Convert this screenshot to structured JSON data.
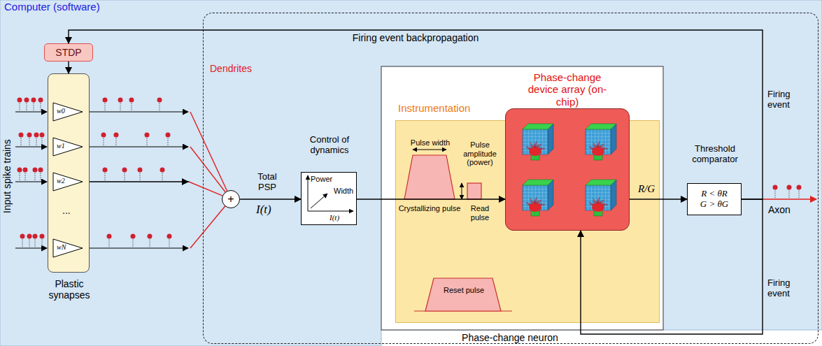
{
  "diagram": {
    "nodes": [
      {
        "text": [
          "Computer (software)"
        ]
      },
      {
        "text": [
          "STDP"
        ],
        "in": 0
      },
      {
        "text": [
          "Plastic synapses"
        ],
        "in": 0
      },
      {
        "text": [
          "+"
        ],
        "in": 0
      },
      {
        "text": [
          "Control of dynamics",
          "Power",
          "Width",
          "I(t)"
        ],
        "in": 0
      },
      {
        "text": [
          "Phase-change neuron"
        ]
      },
      {
        "text": [
          "Instrumentation",
          "Pulse width",
          "Pulse amplitude (power)",
          "Crystallizing pulse",
          "Read pulse",
          "Reset pulse"
        ],
        "in": 5
      },
      {
        "text": [
          "Phase-change device array (on-chip)"
        ],
        "in": 6
      },
      {
        "text": [
          "Threshold comparator",
          "R < θR",
          "G > θG"
        ],
        "in": 0
      }
    ],
    "edges": [
      {
        "from": 1,
        "to": 2,
        "arrow": "to"
      },
      {
        "from": 2,
        "to": 3,
        "arrow": "none"
      },
      {
        "from": 3,
        "to": 4,
        "arrow": "to"
      },
      {
        "from": 4,
        "to": 7,
        "arrow": "to"
      },
      {
        "from": 7,
        "to": 8,
        "arrow": "to",
        "label": "R/G"
      },
      {
        "from": 8,
        "to": 1,
        "arrow": "to",
        "label": "Firing event backpropagation"
      },
      {
        "from": 8,
        "to": 7,
        "arrow": "to"
      }
    ],
    "labels": [
      "Input spike trains",
      "w0",
      "w1",
      "w2",
      "...",
      "wN",
      "Dendrites",
      "Total PSP",
      "I(t)",
      "Firing event",
      "Axon",
      "Firing event"
    ]
  }
}
